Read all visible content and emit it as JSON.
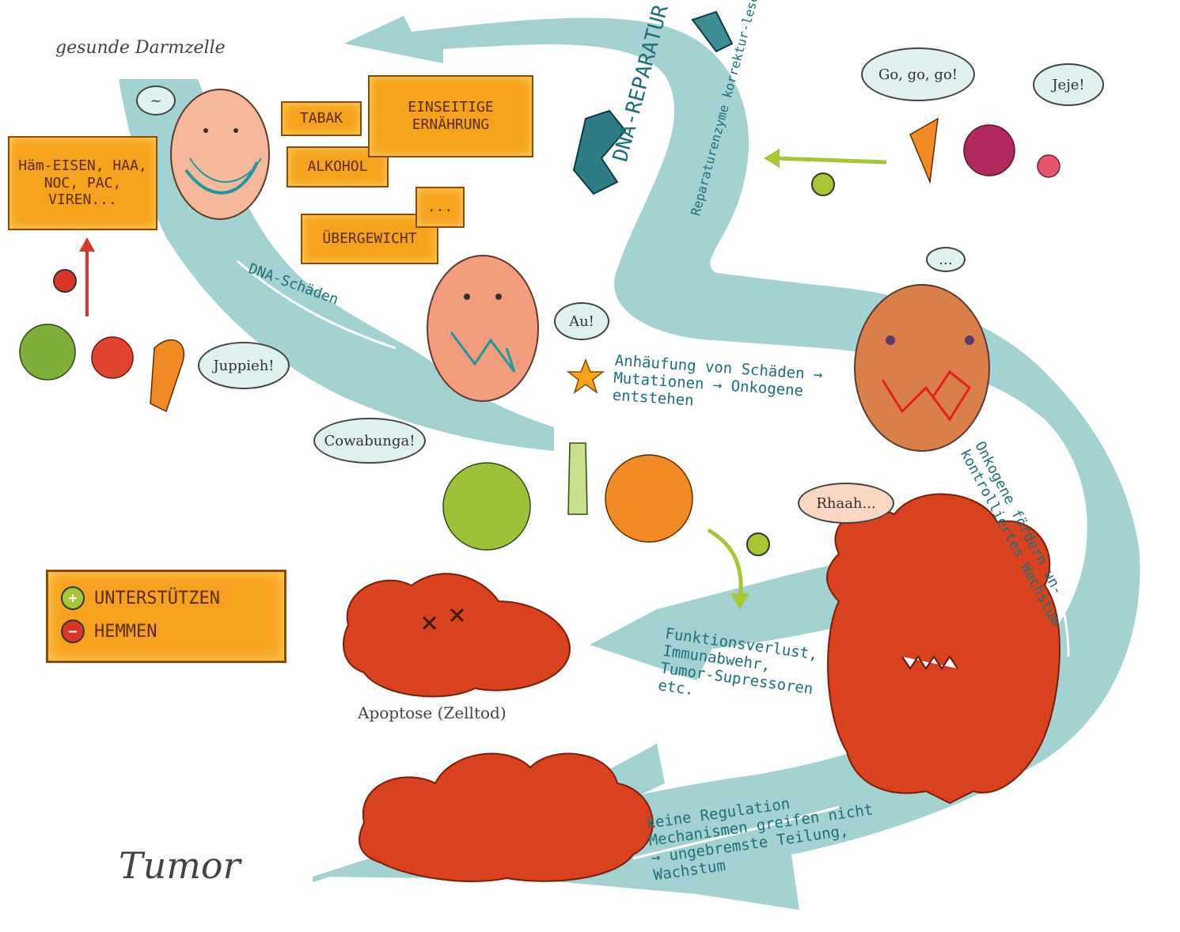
{
  "labels": {
    "healthy_cell": "gesunde Darmzelle",
    "dna_repair": "DNA-REPARATUR",
    "repair_enzymes": "Reparaturenzyme korrektur-lesen etc.",
    "dna_damage": "DNA-Schäden",
    "accumulation": "Anhäufung von Schäden → Mutationen → Onkogene entstehen",
    "oncogenes_promote": "Onkogene fördern un-kontrolliertes Wachstum",
    "loss_function": "Funktionsverlust, Immunabwehr, Tumor-Supressoren etc.",
    "apoptosis": "Apoptose (Zelltod)",
    "no_regulation": "keine Regulation Mechanismen greifen nicht → ungebremste Teilung, Wachstum",
    "tumor": "Tumor"
  },
  "factors": {
    "haem": "Häm-EISEN, HAA, NOC, PAC, VIREN...",
    "tabak": "TABAK",
    "alkohol": "ALKOHOL",
    "ernaehrung": "EINSEITIGE ERNÄHRUNG",
    "uebergewicht": "ÜBERGEWICHT",
    "more": "..."
  },
  "bubbles": {
    "cell_sigh": "~",
    "ah": "Au!",
    "gogogo": "Go, go, go!",
    "jeje": "Jeje!",
    "juppieh": "Juppieh!",
    "cowabunga": "Cowabunga!",
    "rhaah": "Rhaah...",
    "dots": "..."
  },
  "legend": {
    "support": "UNTERSTÜTZEN",
    "inhibit": "HEMMEN"
  },
  "colors": {
    "river": "#9fcfd0",
    "arrow_orange": "#f5a21d",
    "support_green": "#a6c634",
    "inhibit_red": "#d9362a",
    "tumor_red": "#d8421e",
    "text_teal": "#1f6f78"
  }
}
